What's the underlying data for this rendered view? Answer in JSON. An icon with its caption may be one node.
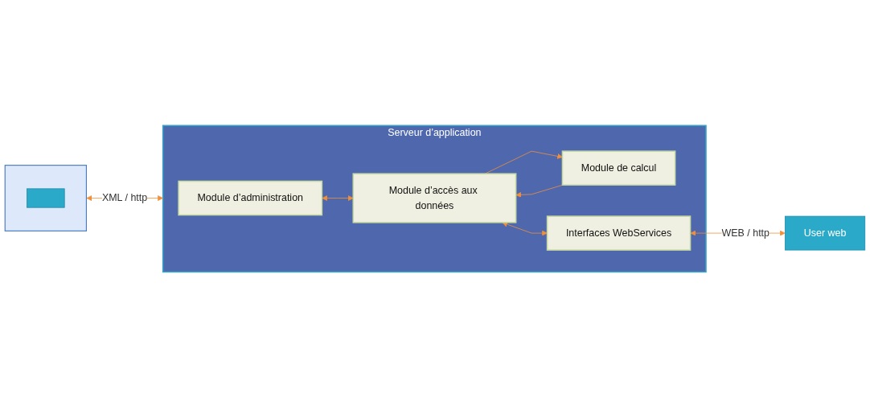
{
  "diagram": {
    "nodes": [
      {
        "text": [],
        "shape": "box"
      },
      {
        "text": [],
        "shape": "box",
        "in": 0
      },
      {
        "text": [
          "Serveur d’application"
        ]
      },
      {
        "text": [
          "Module d’administration"
        ],
        "in": 2
      },
      {
        "text": [
          "Module d’accès aux données"
        ],
        "in": 2
      },
      {
        "text": [
          "Module de calcul"
        ],
        "in": 2
      },
      {
        "text": [
          "Interfaces WebServices"
        ],
        "in": 2
      },
      {
        "text": [
          "User web"
        ]
      }
    ],
    "edges": [
      {
        "from": 0,
        "to": 2,
        "arrow": "both",
        "label": "XML / http"
      },
      {
        "from": 3,
        "to": 4,
        "arrow": "both"
      },
      {
        "from": 5,
        "to": 4,
        "arrow": "to"
      },
      {
        "from": 4,
        "to": 5,
        "arrow": "to"
      },
      {
        "from": 4,
        "to": 6,
        "arrow": "both"
      },
      {
        "from": 6,
        "to": 7,
        "arrow": "both",
        "label": "WEB / http"
      }
    ]
  }
}
